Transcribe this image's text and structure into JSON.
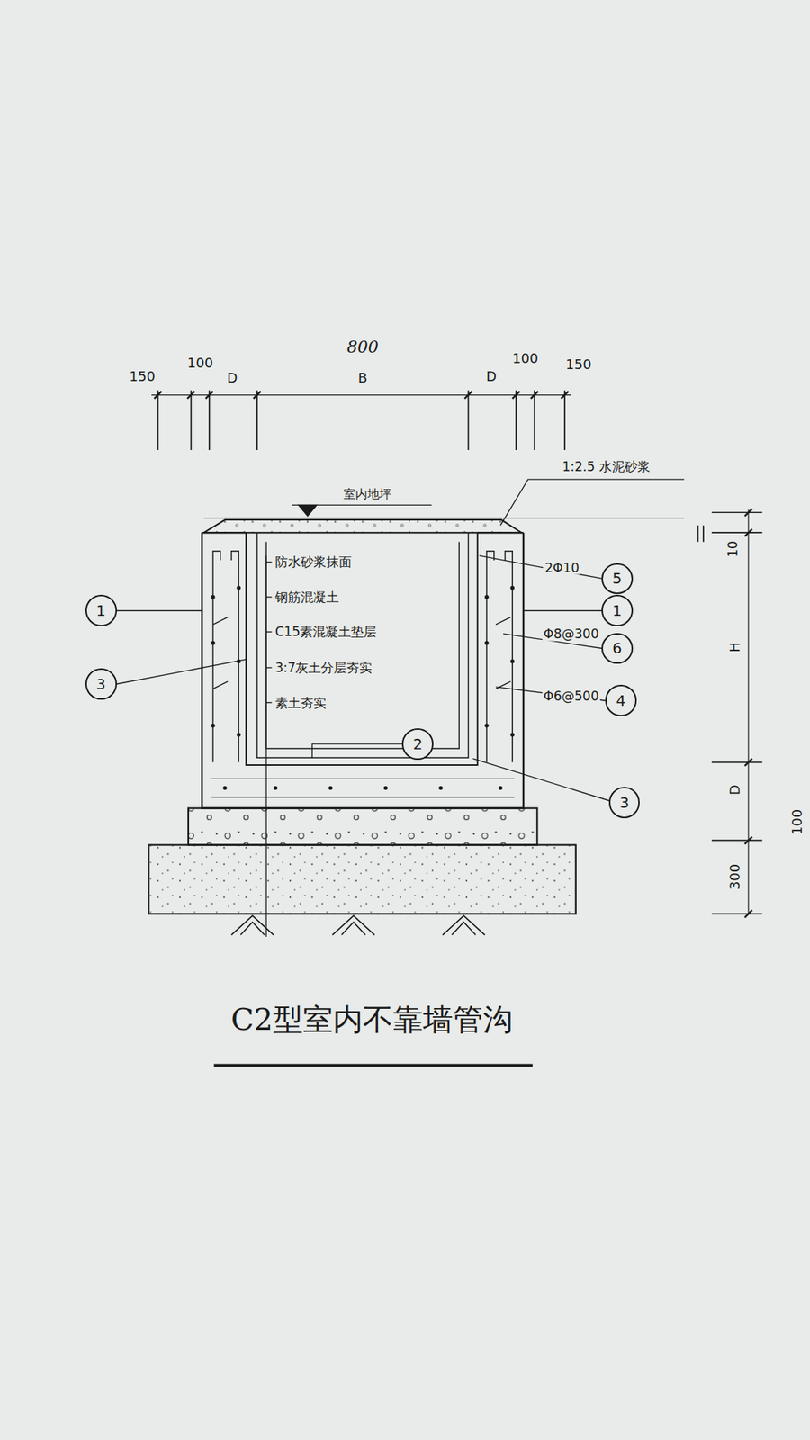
{
  "diagram": {
    "caption": "C2型室内不靠墙管沟",
    "nodes": [
      {
        "text": [
          "1"
        ]
      },
      {
        "text": [
          "5"
        ]
      },
      {
        "text": [
          "1"
        ]
      },
      {
        "text": [
          "6"
        ]
      },
      {
        "text": [
          "3"
        ]
      },
      {
        "text": [
          "4"
        ]
      },
      {
        "text": [
          "2"
        ]
      },
      {
        "text": [
          "3"
        ]
      }
    ],
    "labels": [
      "800",
      "150",
      "100",
      "D",
      "B",
      "D",
      "100",
      "150",
      "室内地坪",
      "1:2.5 水泥砂浆",
      "防水砂浆抹面",
      "钢筋混凝土",
      "C15素混凝土垫层",
      "3:7灰土分层夯实",
      "素土夯实",
      "2Φ10",
      "Φ8@300",
      "Φ6@500",
      "10",
      "H",
      "D",
      "300",
      "100"
    ]
  }
}
